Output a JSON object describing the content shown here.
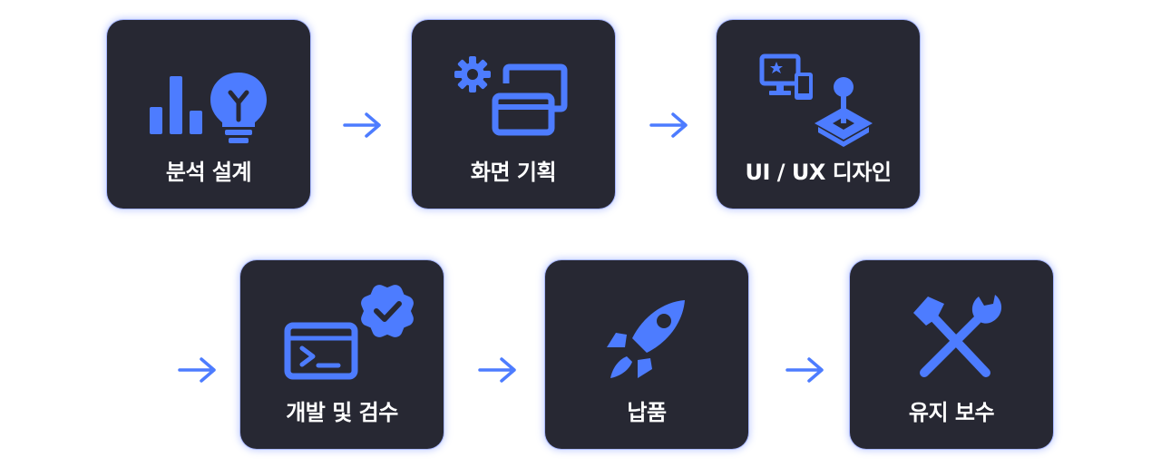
{
  "colors": {
    "card_bg": "#272833",
    "accent": "#4d7cff",
    "label": "#ffffff",
    "page_bg": "#ffffff"
  },
  "steps": [
    {
      "label": "분석 설계",
      "icon": "bar-chart-lightbulb-icon"
    },
    {
      "label": "화면 기획",
      "icon": "gear-windows-icon"
    },
    {
      "label": "UI / UX 디자인",
      "icon": "monitor-joystick-icon"
    },
    {
      "label": "개발 및 검수",
      "icon": "terminal-verified-icon"
    },
    {
      "label": "납품",
      "icon": "rocket-icon"
    },
    {
      "label": "유지 보수",
      "icon": "tools-icon"
    }
  ]
}
